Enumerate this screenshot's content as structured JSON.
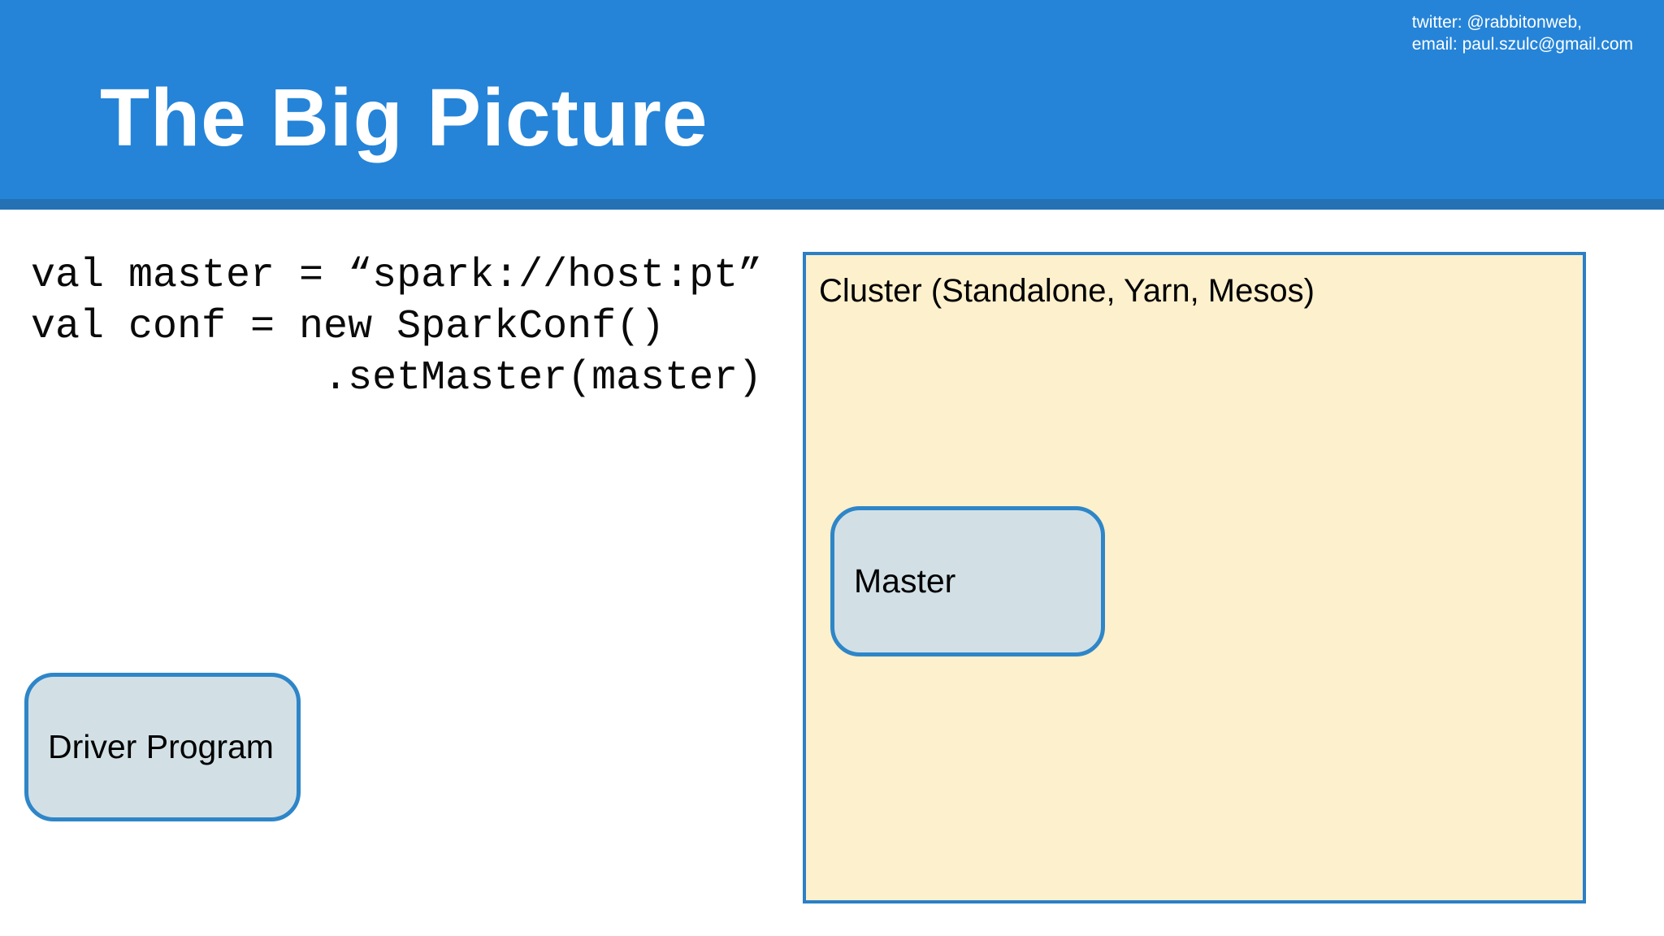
{
  "header": {
    "title": "The Big Picture",
    "contact": {
      "twitter": "twitter: @rabbitonweb,",
      "email": "email: paul.szulc@gmail.com"
    }
  },
  "code": {
    "lines": [
      "val master = “spark://host:pt”",
      "val conf = new SparkConf()",
      "            .setMaster(master)"
    ]
  },
  "diagram": {
    "cluster": {
      "label": "Cluster (Standalone, Yarn, Mesos)",
      "master_label": "Master"
    },
    "driver_label": "Driver Program"
  },
  "colors": {
    "header_blue": "#2584d8",
    "header_strip_blue": "#2472b4",
    "cluster_fill": "#fdf0cc",
    "cluster_border": "#2b7fc6",
    "node_fill": "#d2e0e6",
    "node_border": "#2e86c8",
    "title_text": "#ffffff",
    "body_text": "#000000"
  }
}
